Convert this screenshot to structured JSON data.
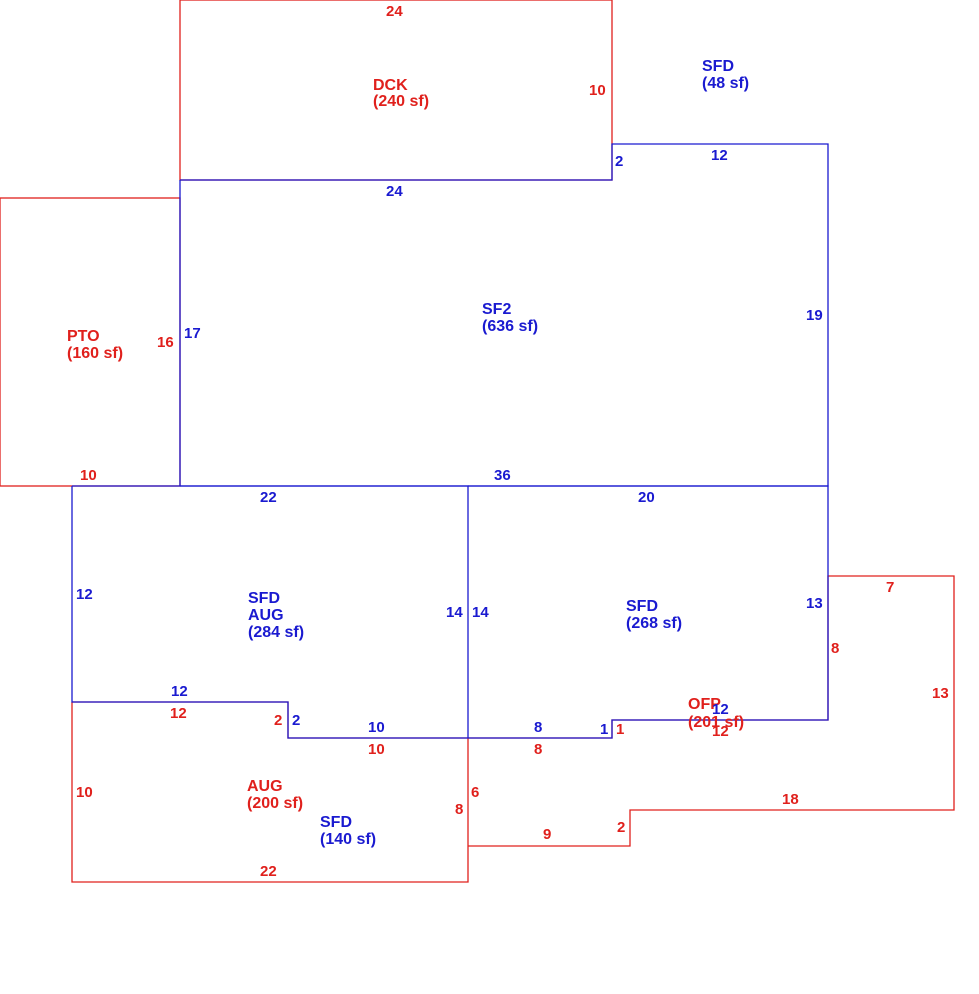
{
  "colors": {
    "red": "#e0201c",
    "blue": "#1a1ad0"
  },
  "areas": {
    "dck": {
      "name": "DCK",
      "area": "(240 sf)"
    },
    "sfd_top": {
      "name": "SFD",
      "area": "(48 sf)"
    },
    "pto": {
      "name": "PTO",
      "area": "(160 sf)"
    },
    "sf2": {
      "name": "SF2",
      "area": "(636 sf)"
    },
    "sfd_aug": {
      "name1": "SFD",
      "name2": "AUG",
      "area": "(284 sf)"
    },
    "sfd_right": {
      "name": "SFD",
      "area": "(268 sf)"
    },
    "ofp": {
      "name": "OFP",
      "area": "(201 sf)"
    },
    "aug": {
      "name": "AUG",
      "area": "(200 sf)"
    },
    "sfd_bottom": {
      "name": "SFD",
      "area": "(140 sf)"
    }
  },
  "dims": {
    "dck_top": "24",
    "dck_right": "10",
    "sf2_top_left": "24",
    "sf2_step": "2",
    "sf2_top_right": "12",
    "sf2_right": "19",
    "sf2_left": "17",
    "sf2_bottom": "36",
    "pto_right": "16",
    "pto_bottom": "10",
    "sfdaug_top": "22",
    "sfdaug_left": "12",
    "sfdaug_right": "14",
    "sfdaug_lower_top": "12",
    "sfdaug_step": "2",
    "sfdaug_bottom": "10",
    "sfdr_top": "20",
    "sfdr_left": "14",
    "sfdr_right": "13",
    "sfdr_bottom1": "8",
    "sfdr_step": "1",
    "sfdr_bottom2": "12",
    "aug_top": "12",
    "aug_step": "2",
    "aug_top2": "10",
    "aug_left": "10",
    "aug_bottom": "22",
    "aug_right": "8",
    "ofp_top": "7",
    "ofp_left": "8",
    "ofp_right": "13",
    "ofp_bottom_r": "18",
    "ofp_step": "2",
    "ofp_bottom_l": "9",
    "ofp_left_low": "6",
    "ofp_top1": "8",
    "ofp_step1": "1",
    "ofp_top2": "12"
  }
}
